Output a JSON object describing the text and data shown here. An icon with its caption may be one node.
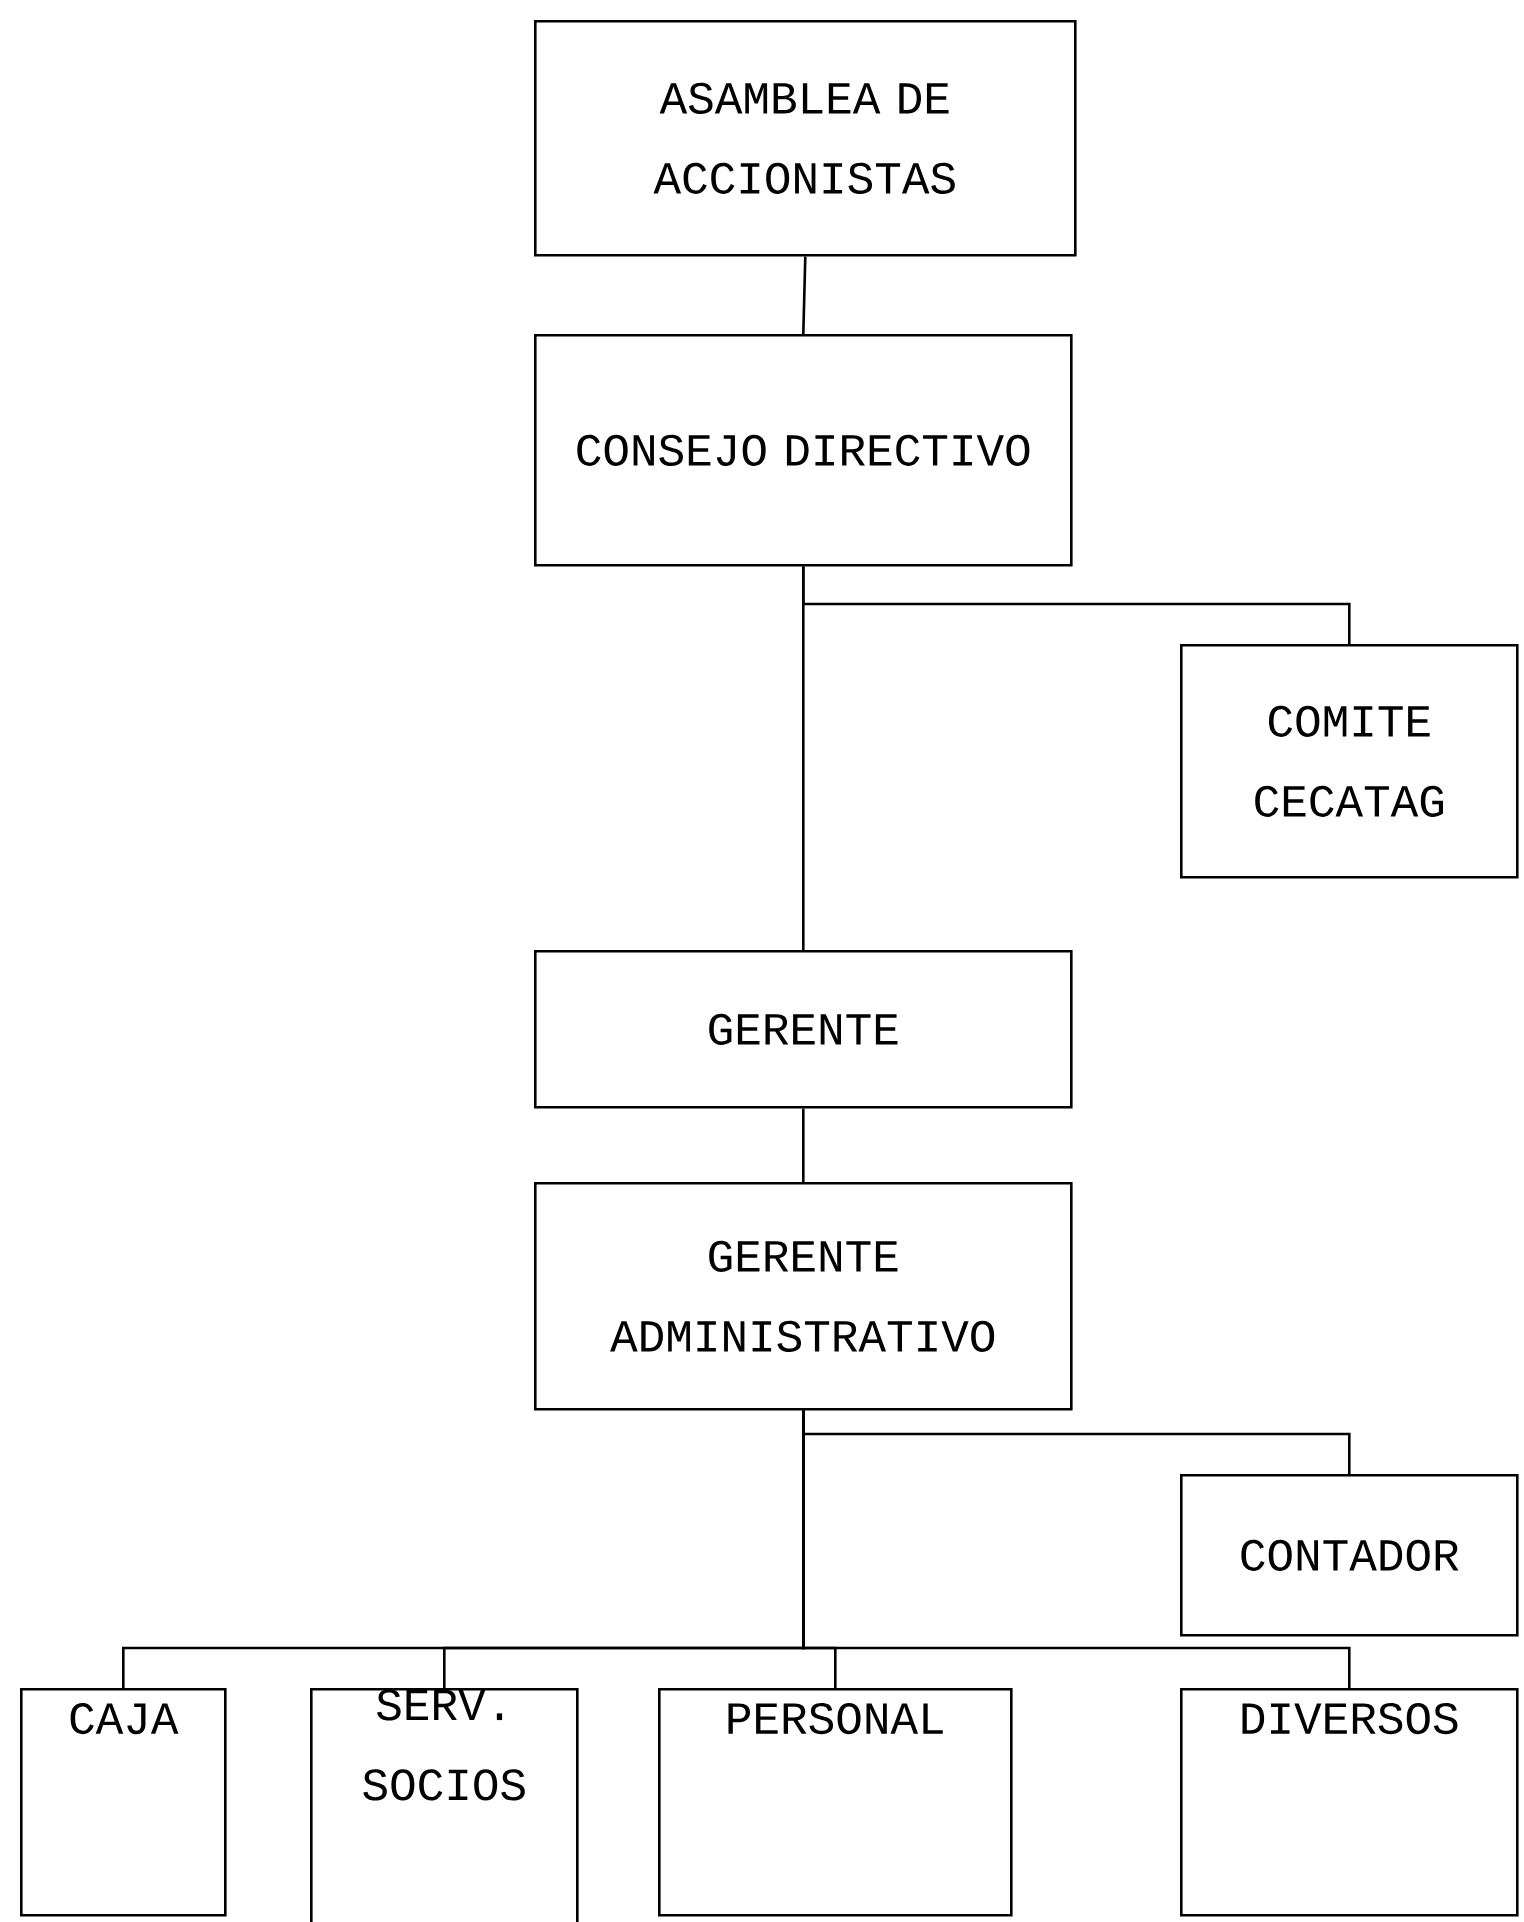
{
  "diagram": {
    "nodes": [
      {
        "text": [
          "ASAMBLEA DE ACCIONISTAS"
        ]
      },
      {
        "text": [
          "CONSEJO DIRECTIVO"
        ]
      },
      {
        "text": [
          "COMITE CECATAG"
        ]
      },
      {
        "text": [
          "GERENTE"
        ]
      },
      {
        "text": [
          "GERENTE ADMINISTRATIVO"
        ]
      },
      {
        "text": [
          "CONTADOR"
        ]
      },
      {
        "text": [
          "CAJA"
        ]
      },
      {
        "text": [
          "SERV. SOCIOS"
        ]
      },
      {
        "text": [
          "PERSONAL"
        ]
      },
      {
        "text": [
          "DIVERSOS"
        ]
      }
    ],
    "edges": [
      {
        "from": 0,
        "to": 1,
        "arrow": "none"
      },
      {
        "from": 1,
        "to": 2,
        "arrow": "none"
      },
      {
        "from": 1,
        "to": 3,
        "arrow": "none"
      },
      {
        "from": 3,
        "to": 4,
        "arrow": "none"
      },
      {
        "from": 4,
        "to": 5,
        "arrow": "none"
      },
      {
        "from": 4,
        "to": 6,
        "arrow": "none"
      },
      {
        "from": 4,
        "to": 7,
        "arrow": "none"
      },
      {
        "from": 4,
        "to": 8,
        "arrow": "none"
      },
      {
        "from": 4,
        "to": 9,
        "arrow": "none"
      }
    ]
  }
}
